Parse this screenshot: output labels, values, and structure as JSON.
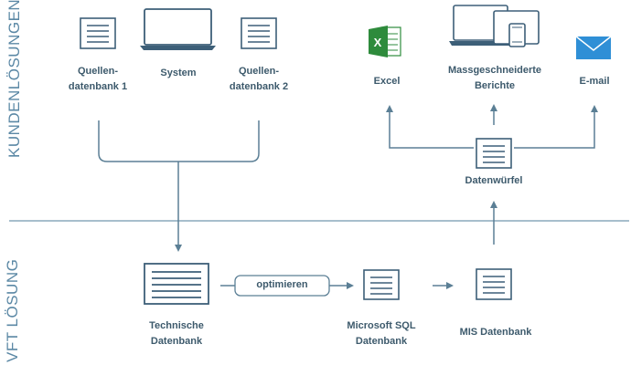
{
  "sections": {
    "top": "KUNDENLÖSUNGEN",
    "bottom": "VFT LÖSUNG"
  },
  "nodes": {
    "quelle1": "Quellen-\ndatenbank 1",
    "system": "System",
    "quelle2": "Quellen-\ndatenbank 2",
    "excel": "Excel",
    "berichte": "Massgeschneiderte\nBerichte",
    "email": "E-mail",
    "wuerfel": "Datenwürfel",
    "technische": "Technische\nDatenbank",
    "mssql": "Microsoft SQL\nDatenbank",
    "mis": "MIS  Datenbank"
  },
  "process": {
    "optimieren": "optimieren"
  },
  "icons": {
    "excel_letter": "X"
  },
  "colors": {
    "line": "#5b7f95",
    "icon": "#3d5f78",
    "label": "#3d5a6c",
    "section_text": "#5b88a5",
    "divider": "#8aa8bb",
    "excel_green": "#2e8b3c",
    "email_blue": "#2f8fd6"
  }
}
